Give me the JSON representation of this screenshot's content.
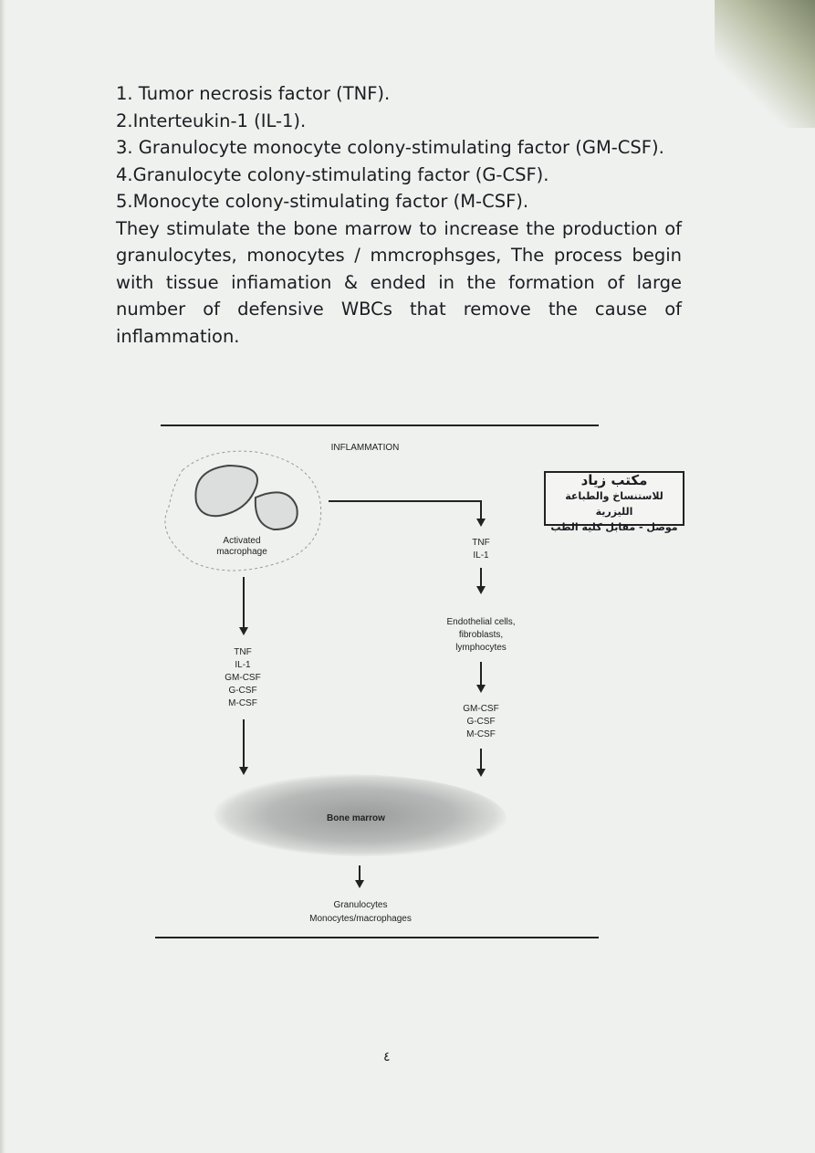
{
  "list": [
    "1. Tumor necrosis factor (TNF).",
    "2.Interteukin-1 (IL-1).",
    "3. Granulocyte monocyte colony-stimulating factor (GM-CSF).",
    "4.Granulocyte colony-stimulating factor (G-CSF).",
    "5.Monocyte colony-stimulating factor (M-CSF)."
  ],
  "paragraph": "They stimulate the bone marrow to increase the production of granulocytes, monocytes / mmcrophsges, The process begin with tissue infiamation & ended in the formation of large number of defensive WBCs that remove the cause of inflammation.",
  "diagram": {
    "title": "INFLAMMATION",
    "macrophage_line1": "Activated",
    "macrophage_line2": "macrophage",
    "right_top_1": "TNF",
    "right_top_2": "IL-1",
    "cells_1": "Endothelial cells,",
    "cells_2": "fibroblasts,",
    "cells_3": "lymphocytes",
    "left_factors": [
      "TNF",
      "IL-1",
      "GM-CSF",
      "G-CSF",
      "M-CSF"
    ],
    "right_factors": [
      "GM-CSF",
      "G-CSF",
      "M-CSF"
    ],
    "bone_marrow": "Bone marrow",
    "output_1": "Granulocytes",
    "output_2": "Monocytes/macrophages"
  },
  "stamp": {
    "line1": "مكتب زياد",
    "line2": "للاستنساخ والطباعة الليزرية",
    "line3": "موصل - مقابل كلية الطب"
  },
  "page_number": "٤"
}
